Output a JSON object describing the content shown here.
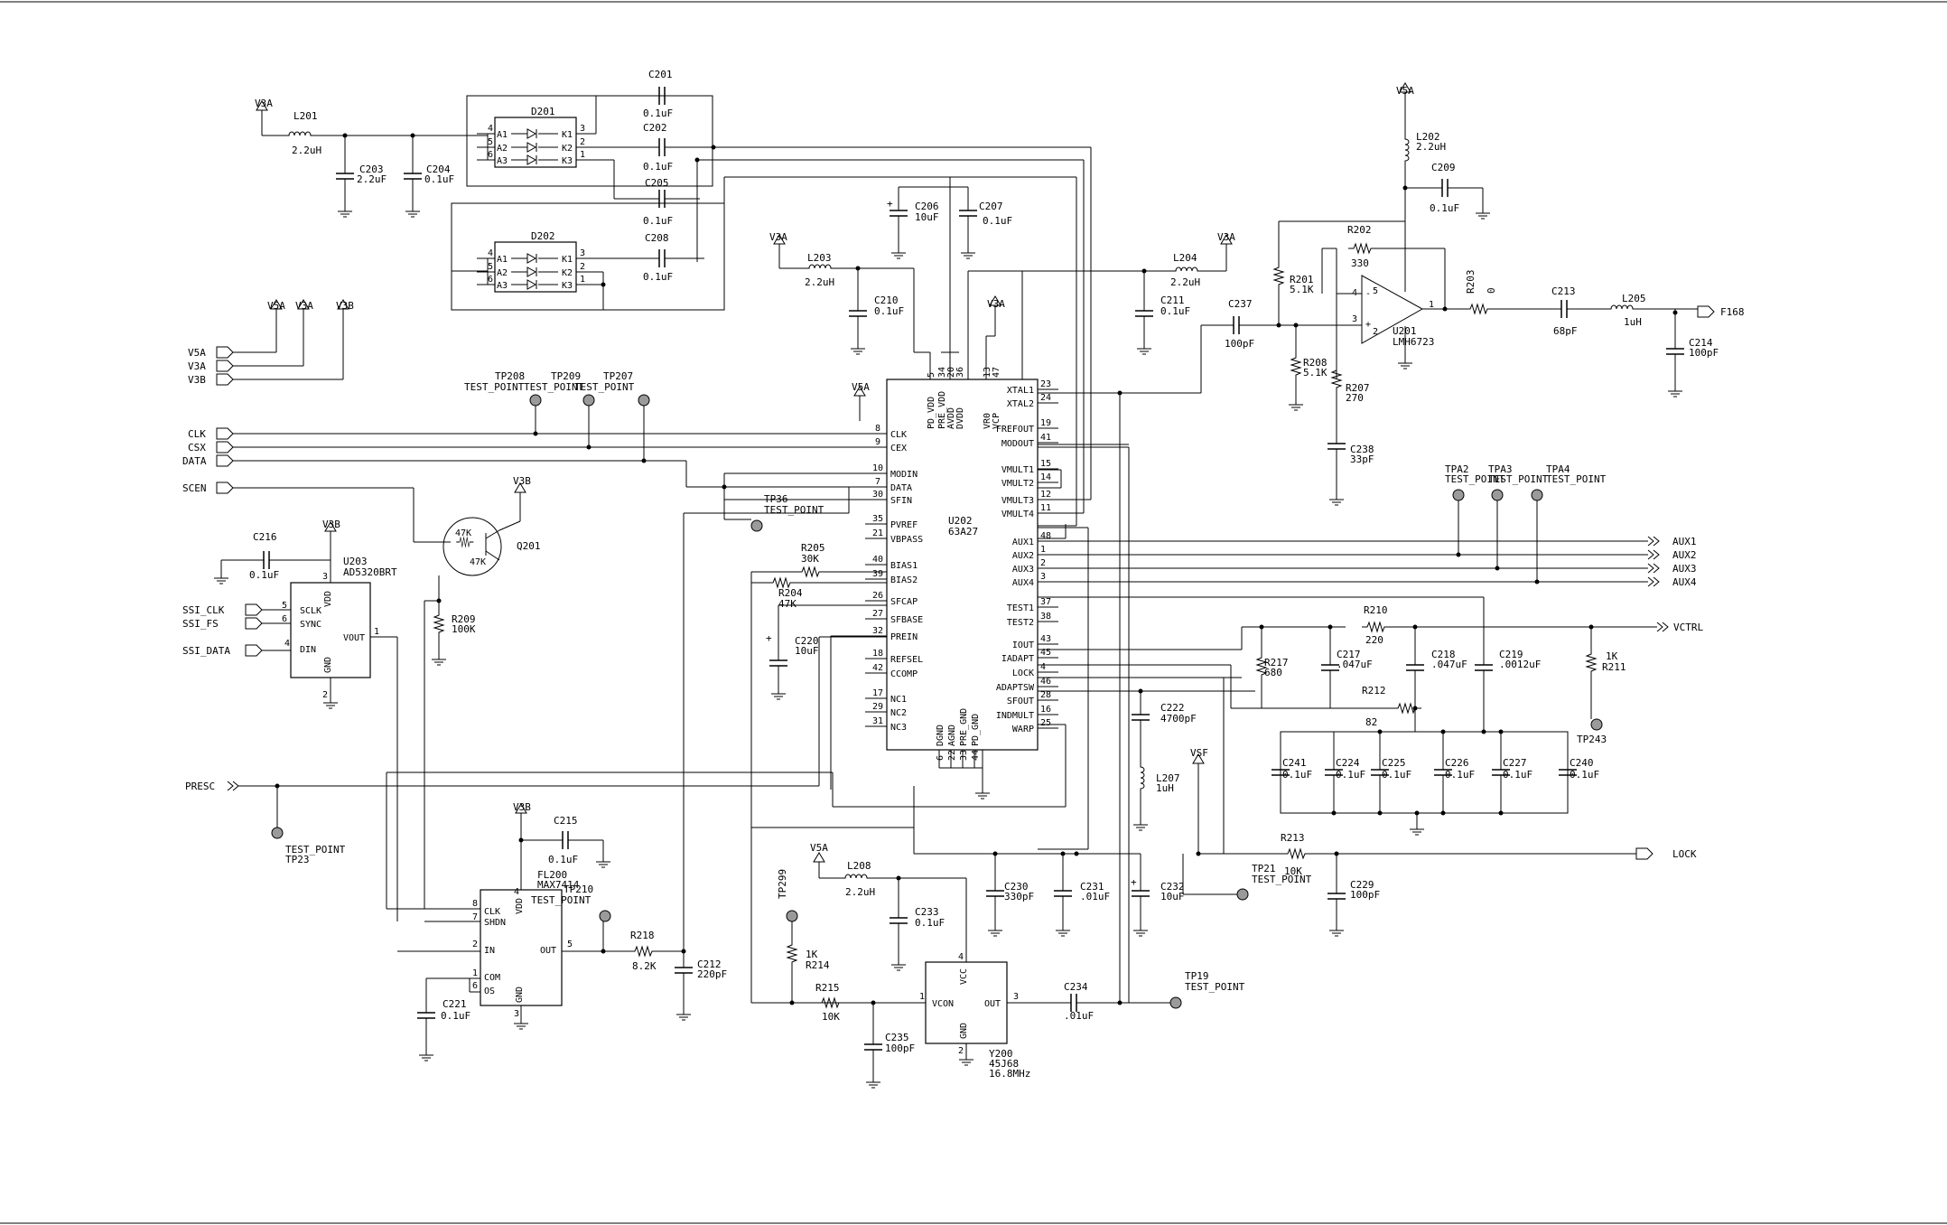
{
  "sheet": {
    "title": ""
  },
  "ground_symbols": [],
  "supply_tags": {
    "v3a_1": "V3A",
    "v3a_2": "V3A",
    "v3a_3": "V3A",
    "v3a_4": "V3A",
    "v3a_5": "V3A",
    "v5a_1": "V5A",
    "v5a_2": "V5A",
    "v5a_3": "V5A",
    "v3b_1": "V3B",
    "v3b_2": "V3B",
    "v3b_3": "V3B",
    "v3b_4": "V3B",
    "vsf": "VSF"
  },
  "ports_left": {
    "v5a": "V5A",
    "v3a": "V3A",
    "v3b": "V3B",
    "clk": "CLK",
    "csx": "CSX",
    "data": "DATA",
    "scen": "SCEN",
    "ssi_clk": "SSI_CLK",
    "ssi_fs": "SSI_FS",
    "ssi_data": "SSI_DATA",
    "presc": "PRESC"
  },
  "ports_right": {
    "aux1": "AUX1",
    "aux2": "AUX2",
    "aux3": "AUX3",
    "aux4": "AUX4",
    "vctrl": "VCTRL",
    "lock": "LOCK",
    "f168": "F168"
  },
  "test_points": {
    "tp_label": "TEST_POINT",
    "tp208": "TP208",
    "tp209": "TP209",
    "tp207": "TP207",
    "tp36": "TP36",
    "tp23": "TP23",
    "tp210": "TP210",
    "tp299": "TP299",
    "tp21": "TP21",
    "tp19": "TP19",
    "tpa2": "TPA2",
    "tpa3": "TPA3",
    "tpa4": "TPA4",
    "tp243": "TP243"
  },
  "parts": {
    "L201": {
      "ref": "L201",
      "val": "2.2uH"
    },
    "C203": {
      "ref": "C203",
      "val": "2.2uF"
    },
    "C204": {
      "ref": "C204",
      "val": "0.1uF"
    },
    "D201": {
      "ref": "D201"
    },
    "D202": {
      "ref": "D202"
    },
    "C201": {
      "ref": "C201",
      "val": "0.1uF"
    },
    "C202": {
      "ref": "C202",
      "val": "0.1uF"
    },
    "C205": {
      "ref": "C205",
      "val": "0.1uF"
    },
    "C208": {
      "ref": "C208",
      "val": "0.1uF"
    },
    "C206": {
      "ref": "C206",
      "val": "10uF"
    },
    "C207": {
      "ref": "C207",
      "val": "0.1uF"
    },
    "L203": {
      "ref": "L203",
      "val": "2.2uH"
    },
    "C210": {
      "ref": "C210",
      "val": "0.1uF"
    },
    "L204": {
      "ref": "L204",
      "val": "2.2uH"
    },
    "C211": {
      "ref": "C211",
      "val": "0.1uF"
    },
    "C237": {
      "ref": "C237",
      "val": "100pF"
    },
    "R201": {
      "ref": "R201",
      "val": "5.1K"
    },
    "R208": {
      "ref": "R208",
      "val": "5.1K"
    },
    "R202": {
      "ref": "R202",
      "val": "330"
    },
    "R207": {
      "ref": "R207",
      "val": "270"
    },
    "C238": {
      "ref": "C238",
      "val": "33pF"
    },
    "U201": {
      "ref": "U201",
      "val": "LMH6723"
    },
    "L202": {
      "ref": "L202",
      "val": "2.2uH"
    },
    "C209": {
      "ref": "C209",
      "val": "0.1uF"
    },
    "R203": {
      "ref": "R203",
      "val": "0"
    },
    "C213": {
      "ref": "C213",
      "val": "68pF"
    },
    "L205": {
      "ref": "L205",
      "val": "1uH"
    },
    "C214": {
      "ref": "C214",
      "val": "100pF"
    },
    "C216": {
      "ref": "C216",
      "val": "0.1uF"
    },
    "U203": {
      "ref": "U203",
      "val": "AD5320BRT"
    },
    "Q201": {
      "ref": "Q201",
      "r1": "47K",
      "r2": "47K"
    },
    "R209": {
      "ref": "R209",
      "val": "100K"
    },
    "U202": {
      "ref": "U202",
      "val": "63A27"
    },
    "R205": {
      "ref": "R205",
      "val": "30K"
    },
    "R204": {
      "ref": "R204",
      "val": "47K"
    },
    "C220": {
      "ref": "C220",
      "val": "10uF"
    },
    "R210": {
      "ref": "R210",
      "val": "220"
    },
    "R212": {
      "ref": "R212",
      "val": "82"
    },
    "R217": {
      "ref": "R217",
      "val": "680"
    },
    "C217": {
      "ref": "C217",
      "val": ".047uF"
    },
    "C218": {
      "ref": "C218",
      "val": ".047uF"
    },
    "C219": {
      "ref": "C219",
      "val": ".0012uF"
    },
    "R211": {
      "ref": "R211",
      "val": "1K"
    },
    "C241": {
      "ref": "C241",
      "val": "0.1uF"
    },
    "C224": {
      "ref": "C224",
      "val": "0.1uF"
    },
    "C225": {
      "ref": "C225",
      "val": "0.1uF"
    },
    "C226": {
      "ref": "C226",
      "val": "0.1uF"
    },
    "C227": {
      "ref": "C227",
      "val": "0.1uF"
    },
    "C240": {
      "ref": "C240",
      "val": "0.1uF"
    },
    "C222": {
      "ref": "C222",
      "val": "4700pF"
    },
    "L207": {
      "ref": "L207",
      "val": "1uH"
    },
    "R213": {
      "ref": "R213",
      "val": "10K"
    },
    "C229": {
      "ref": "C229",
      "val": "100pF"
    },
    "C215": {
      "ref": "C215",
      "val": "0.1uF"
    },
    "FL200": {
      "ref": "FL200",
      "val": "MAX7414"
    },
    "R218": {
      "ref": "R218",
      "val": "8.2K"
    },
    "C212": {
      "ref": "C212",
      "val": "220pF"
    },
    "C221": {
      "ref": "C221",
      "val": "0.1uF"
    },
    "L208": {
      "ref": "L208",
      "val": "2.2uH"
    },
    "C233": {
      "ref": "C233",
      "val": "0.1uF"
    },
    "C230": {
      "ref": "C230",
      "val": "330pF"
    },
    "C231": {
      "ref": "C231",
      "val": ".01uF"
    },
    "C232": {
      "ref": "C232",
      "val": "10uF"
    },
    "R214": {
      "ref": "R214",
      "val": "1K"
    },
    "R215": {
      "ref": "R215",
      "val": "10K"
    },
    "C235": {
      "ref": "C235",
      "val": "100pF"
    },
    "Y200": {
      "ref": "Y200",
      "val": "45J68",
      "freq": "16.8MHz"
    },
    "C234": {
      "ref": "C234",
      "val": ".01uF"
    }
  },
  "d201_pins": {
    "a1": "A1",
    "a2": "A2",
    "a3": "A3",
    "k1": "K1",
    "k2": "K2",
    "k3": "K3",
    "n4": "4",
    "n5": "5",
    "n6": "6",
    "n3": "3",
    "n2": "2",
    "n1": "1"
  },
  "d202_pins": {
    "a1": "A1",
    "a2": "A2",
    "a3": "A3",
    "k1": "K1",
    "k2": "K2",
    "k3": "K3",
    "n4": "4",
    "n5": "5",
    "n6": "6",
    "n3": "3",
    "n2": "2",
    "n1": "1"
  },
  "u201_pins": {
    "p4": "4",
    "p5": "5",
    "p3": "3",
    "p2": "2",
    "p1": "1",
    "minus": "-",
    "plus": "+"
  },
  "u203_pins": {
    "vdd": "VDD",
    "gnd": "GND",
    "sclk": "SCLK",
    "sync": "SYNC",
    "din": "DIN",
    "vout": "VOUT",
    "n3": "3",
    "n5": "5",
    "n6": "6",
    "n4": "4",
    "n2": "2",
    "n1": "1"
  },
  "fl200_pins": {
    "clk": "CLK",
    "shdn": "SHDN",
    "in": "IN",
    "com": "COM",
    "os": "OS",
    "vdd": "VDD",
    "gnd": "GND",
    "out": "OUT",
    "n8": "8",
    "n7": "7",
    "n2": "2",
    "n1": "1",
    "n6": "6",
    "n4": "4",
    "n3": "3",
    "n5": "5"
  },
  "y200_pins": {
    "vcc": "VCC",
    "vcon": "VCON",
    "gnd": "GND",
    "out": "OUT",
    "n4": "4",
    "n1": "1",
    "n2": "2",
    "n3": "3"
  },
  "u202_left_pins": [
    {
      "num": "8",
      "name": "CLK"
    },
    {
      "num": "9",
      "name": "CEX"
    },
    {
      "num": "10",
      "name": "MODIN"
    },
    {
      "num": "7",
      "name": "DATA"
    },
    {
      "num": "30",
      "name": "SFIN"
    },
    {
      "num": "35",
      "name": "PVREF"
    },
    {
      "num": "21",
      "name": "VBPASS"
    },
    {
      "num": "40",
      "name": "BIAS1"
    },
    {
      "num": "39",
      "name": "BIAS2"
    },
    {
      "num": "26",
      "name": "SFCAP"
    },
    {
      "num": "27",
      "name": "SFBASE"
    },
    {
      "num": "32",
      "name": "PREIN"
    },
    {
      "num": "18",
      "name": "REFSEL"
    },
    {
      "num": "42",
      "name": "CCOMP"
    },
    {
      "num": "17",
      "name": "NC1"
    },
    {
      "num": "29",
      "name": "NC2"
    },
    {
      "num": "31",
      "name": "NC3"
    }
  ],
  "u202_right_pins": [
    {
      "num": "23",
      "name": "XTAL1"
    },
    {
      "num": "24",
      "name": "XTAL2"
    },
    {
      "num": "19",
      "name": "FREFOUT"
    },
    {
      "num": "41",
      "name": "MODOUT"
    },
    {
      "num": "15",
      "name": "VMULT1"
    },
    {
      "num": "14",
      "name": "VMULT2"
    },
    {
      "num": "12",
      "name": "VMULT3"
    },
    {
      "num": "11",
      "name": "VMULT4"
    },
    {
      "num": "48",
      "name": "AUX1"
    },
    {
      "num": "1",
      "name": "AUX2"
    },
    {
      "num": "2",
      "name": "AUX3"
    },
    {
      "num": "3",
      "name": "AUX4"
    },
    {
      "num": "37",
      "name": "TEST1"
    },
    {
      "num": "38",
      "name": "TEST2"
    },
    {
      "num": "43",
      "name": "IOUT"
    },
    {
      "num": "45",
      "name": "IADAPT"
    },
    {
      "num": "4",
      "name": "LOCK"
    },
    {
      "num": "46",
      "name": "ADAPTSW"
    },
    {
      "num": "28",
      "name": "SFOUT"
    },
    {
      "num": "16",
      "name": "INDMULT"
    },
    {
      "num": "25",
      "name": "WARP"
    }
  ],
  "u202_top_pins": [
    {
      "num": "5",
      "name": "PD_VDD"
    },
    {
      "num": "34",
      "name": "PRE_VDD"
    },
    {
      "num": "20",
      "name": "AVDD"
    },
    {
      "num": "36",
      "name": "DVDD"
    },
    {
      "num": "13",
      "name": "VR0"
    },
    {
      "num": "47",
      "name": "VCP"
    }
  ],
  "u202_bottom_pins": [
    {
      "num": "6",
      "name": "DGND"
    },
    {
      "num": "22",
      "name": "AGND"
    },
    {
      "num": "33",
      "name": "PRE_GND"
    },
    {
      "num": "44",
      "name": "PD_GND"
    }
  ]
}
